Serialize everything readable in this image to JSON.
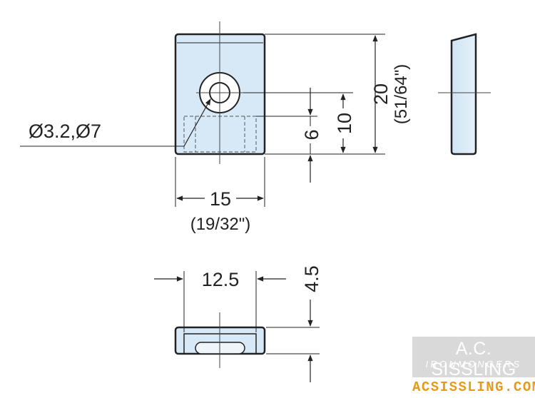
{
  "dimensions": {
    "hole": "Ø3.2,Ø7",
    "width_mm": "15",
    "width_in": "(19/32\")",
    "height_mm": "20",
    "height_in": "(51/64\")",
    "slot_height": "10",
    "lower_offset": "6",
    "slot_width": "12.5",
    "thickness": "4.5"
  },
  "branding": {
    "name": "A.C. SISSLING",
    "tagline": "IRONMONGERS",
    "website": "ACSISSLING.COM"
  },
  "colors": {
    "part_fill": "#d7e9f7",
    "line": "#222222",
    "accent": "#e59a1c"
  }
}
